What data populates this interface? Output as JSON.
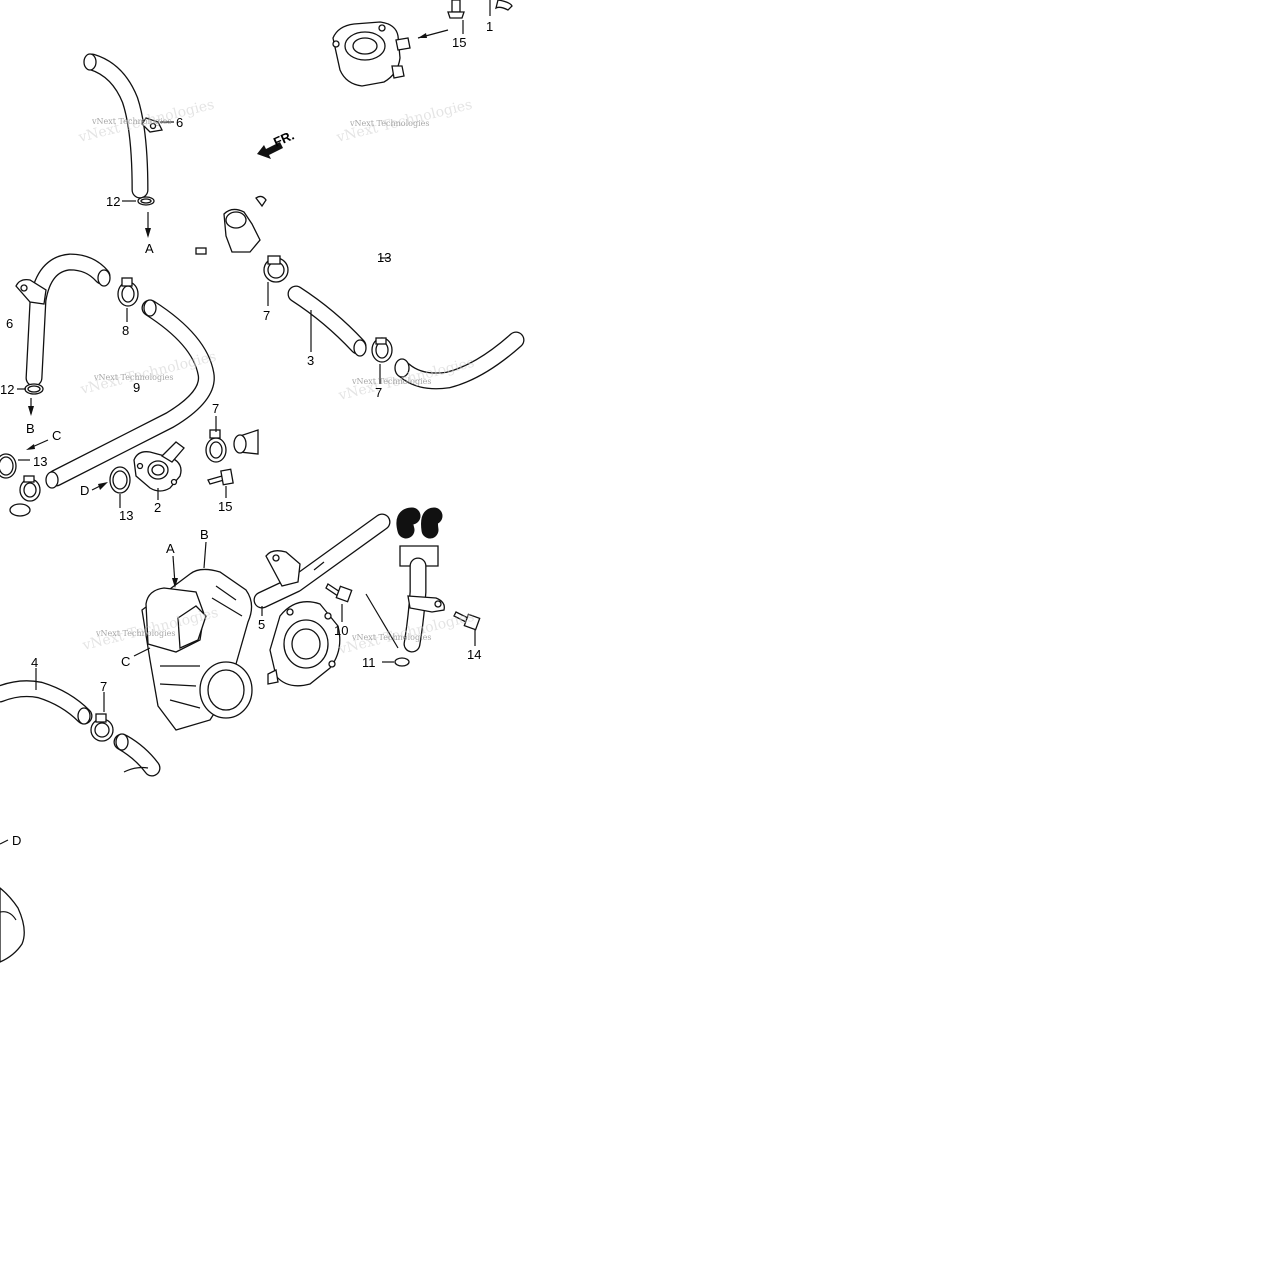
{
  "diagram": {
    "direction_marker": "FR.",
    "watermark": "vNext Technologies",
    "callouts": [
      {
        "id": "c1",
        "text": "1"
      },
      {
        "id": "c15a",
        "text": "15"
      },
      {
        "id": "c6a",
        "text": "6"
      },
      {
        "id": "c12a",
        "text": "12"
      },
      {
        "id": "cAa",
        "text": "A"
      },
      {
        "id": "c13a",
        "text": "13"
      },
      {
        "id": "c6b",
        "text": "6"
      },
      {
        "id": "c8",
        "text": "8"
      },
      {
        "id": "c7a",
        "text": "7"
      },
      {
        "id": "c3",
        "text": "3"
      },
      {
        "id": "c9",
        "text": "9"
      },
      {
        "id": "c7b",
        "text": "7"
      },
      {
        "id": "c12b",
        "text": "12"
      },
      {
        "id": "cBa",
        "text": "B"
      },
      {
        "id": "cCa",
        "text": "C"
      },
      {
        "id": "c7c",
        "text": "7"
      },
      {
        "id": "c13b",
        "text": "13"
      },
      {
        "id": "cDa",
        "text": "D"
      },
      {
        "id": "c2",
        "text": "2"
      },
      {
        "id": "c15b",
        "text": "15"
      },
      {
        "id": "c13c",
        "text": "13"
      },
      {
        "id": "cAb",
        "text": "A"
      },
      {
        "id": "cBb",
        "text": "B"
      },
      {
        "id": "c5",
        "text": "5"
      },
      {
        "id": "c10",
        "text": "10"
      },
      {
        "id": "c14",
        "text": "14"
      },
      {
        "id": "c11",
        "text": "11"
      },
      {
        "id": "cCb",
        "text": "C"
      },
      {
        "id": "c4",
        "text": "4"
      },
      {
        "id": "c7d",
        "text": "7"
      },
      {
        "id": "cDb",
        "text": "D"
      }
    ]
  }
}
